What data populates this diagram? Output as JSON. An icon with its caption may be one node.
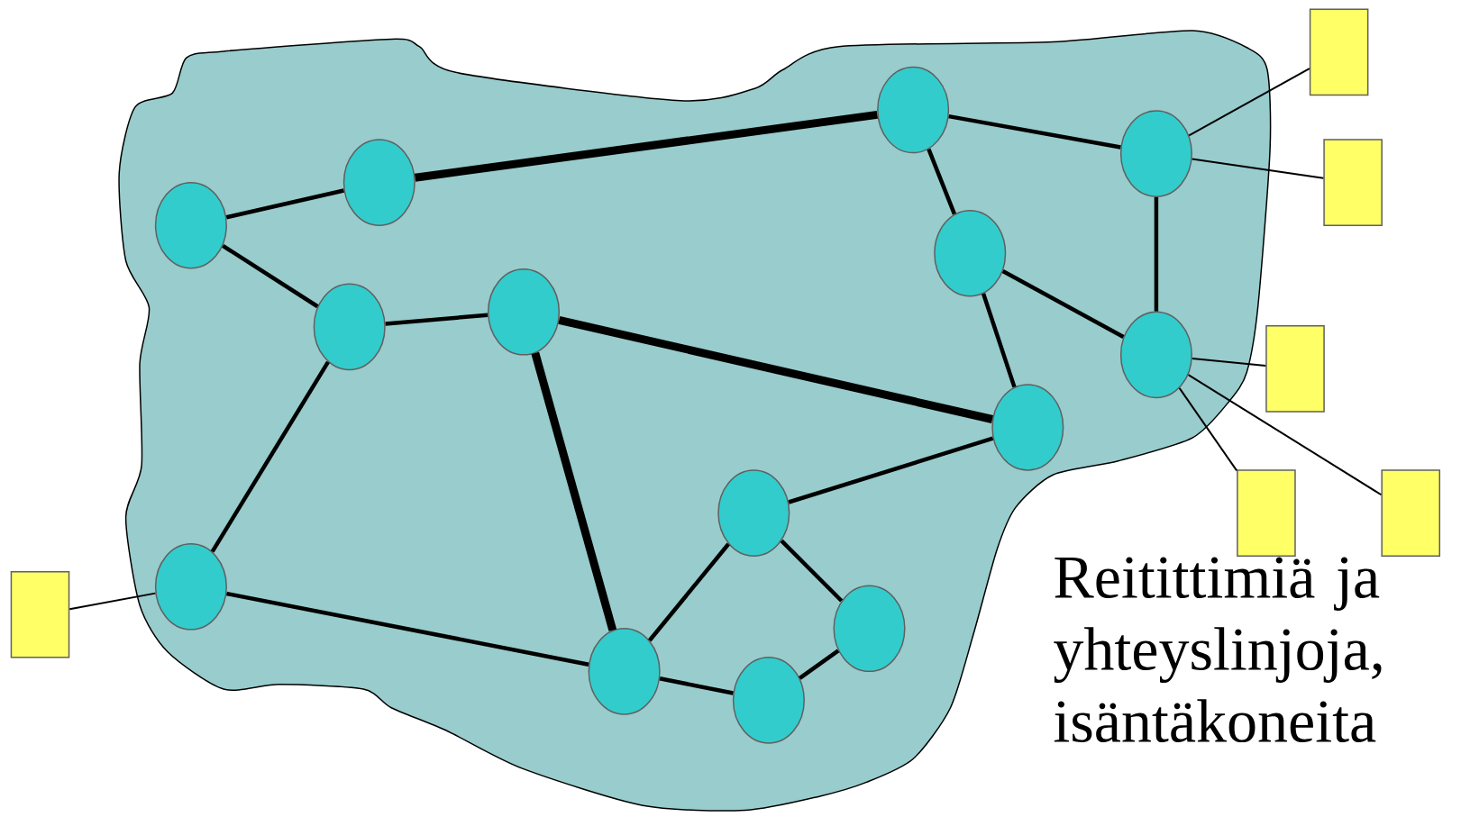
{
  "diagram": {
    "nodes": [
      {
        "text": [],
        "shape": "circle"
      },
      {
        "text": [],
        "shape": "circle"
      },
      {
        "text": [],
        "shape": "circle"
      },
      {
        "text": [],
        "shape": "circle"
      },
      {
        "text": [],
        "shape": "circle"
      },
      {
        "text": [],
        "shape": "circle"
      },
      {
        "text": [],
        "shape": "circle"
      },
      {
        "text": [],
        "shape": "circle"
      },
      {
        "text": [],
        "shape": "circle"
      },
      {
        "text": [],
        "shape": "circle"
      },
      {
        "text": [],
        "shape": "circle"
      },
      {
        "text": [],
        "shape": "circle"
      },
      {
        "text": [],
        "shape": "circle"
      },
      {
        "text": [],
        "shape": "circle"
      },
      {
        "text": [],
        "shape": "box"
      },
      {
        "text": [],
        "shape": "box"
      },
      {
        "text": [],
        "shape": "box"
      },
      {
        "text": [],
        "shape": "box"
      },
      {
        "text": [],
        "shape": "box"
      },
      {
        "text": [],
        "shape": "box"
      }
    ],
    "edges": [
      {
        "from": 0,
        "to": 1,
        "arrow": "none"
      },
      {
        "from": 1,
        "to": 2,
        "arrow": "none",
        "style": "thick"
      },
      {
        "from": 2,
        "to": 3,
        "arrow": "none"
      },
      {
        "from": 2,
        "to": 4,
        "arrow": "none"
      },
      {
        "from": 3,
        "to": 7,
        "arrow": "none"
      },
      {
        "from": 0,
        "to": 5,
        "arrow": "none"
      },
      {
        "from": 5,
        "to": 6,
        "arrow": "none"
      },
      {
        "from": 6,
        "to": 8,
        "arrow": "none",
        "style": "thick"
      },
      {
        "from": 6,
        "to": 12,
        "arrow": "none",
        "style": "thick"
      },
      {
        "from": 4,
        "to": 7,
        "arrow": "none"
      },
      {
        "from": 4,
        "to": 8,
        "arrow": "none"
      },
      {
        "from": 5,
        "to": 10,
        "arrow": "none"
      },
      {
        "from": 8,
        "to": 9,
        "arrow": "none"
      },
      {
        "from": 9,
        "to": 12,
        "arrow": "none"
      },
      {
        "from": 9,
        "to": 11,
        "arrow": "none"
      },
      {
        "from": 10,
        "to": 12,
        "arrow": "none"
      },
      {
        "from": 12,
        "to": 13,
        "arrow": "none"
      },
      {
        "from": 13,
        "to": 11,
        "arrow": "none"
      },
      {
        "from": 14,
        "to": 3,
        "arrow": "none"
      },
      {
        "from": 15,
        "to": 3,
        "arrow": "none"
      },
      {
        "from": 16,
        "to": 7,
        "arrow": "none"
      },
      {
        "from": 17,
        "to": 7,
        "arrow": "none"
      },
      {
        "from": 18,
        "to": 7,
        "arrow": "none"
      },
      {
        "from": 19,
        "to": 10,
        "arrow": "none"
      }
    ],
    "labels": [
      "Reitittimiä ja yhteyslinjoja, isäntäkoneita"
    ]
  }
}
